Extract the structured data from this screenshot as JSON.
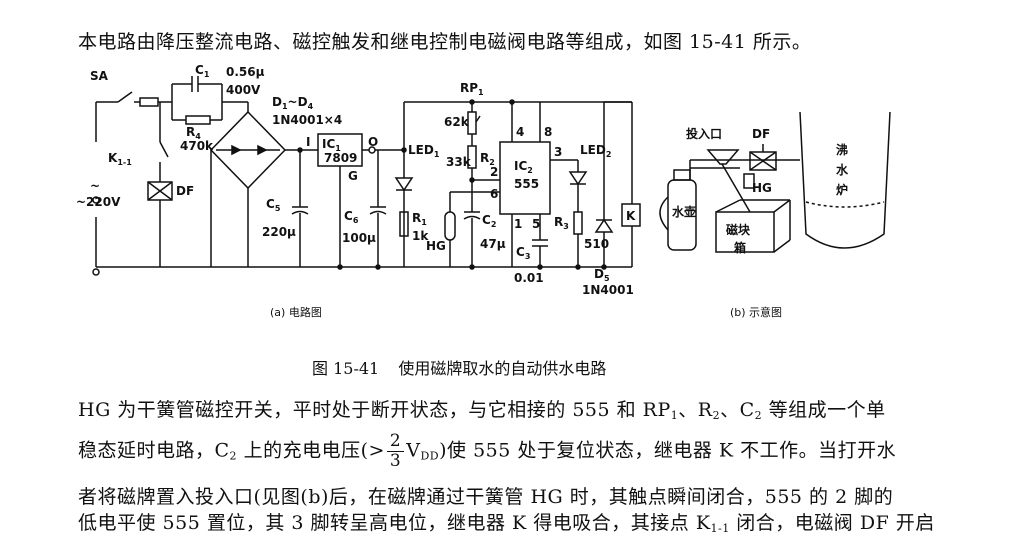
{
  "intro": "本电路由降压整流电路、磁控触发和继电控制电磁阀电路等组成，如图 15-41 所示。",
  "figure": {
    "sub_a": "(a) 电路图",
    "sub_b": "(b) 示意图",
    "circuit_labels": {
      "sa": "SA",
      "c1": "C",
      "c1_sub": "1",
      "c1_val": "0.56μ",
      "c1_volt": "400V",
      "d_range": "D",
      "d_range_sub1": "1",
      "d_range_tilde": "~D",
      "d_range_sub2": "4",
      "d_part": "1N4001×4",
      "r4": "R",
      "r4_sub": "4",
      "r4_val": "470k",
      "k11": "K",
      "k11_sub": "1-1",
      "tilde": "~",
      "mains": "~220V",
      "df": "DF",
      "ic1": "IC",
      "ic1_sub": "1",
      "ic1_part": "7809",
      "pin_i": "I",
      "pin_o": "O",
      "pin_g": "G",
      "c5": "C",
      "c5_sub": "5",
      "c5_val": "220μ",
      "c6": "C",
      "c6_sub": "6",
      "c6_val": "100μ",
      "led1": "LED",
      "led1_sub": "1",
      "r1": "R",
      "r1_sub": "1",
      "r1_val": "1k",
      "hg": "HG",
      "rp1": "RP",
      "rp1_sub": "1",
      "rp1_val": "62k",
      "r2": "R",
      "r2_sub": "2",
      "r2_val": "33k",
      "c2": "C",
      "c2_sub": "2",
      "c2_val": "47μ",
      "ic2": "IC",
      "ic2_sub": "2",
      "ic2_part": "555",
      "pin4": "4",
      "pin8": "8",
      "pin3": "3",
      "pin2": "2",
      "pin6": "6",
      "pin1": "1",
      "pin5": "5",
      "c3": "C",
      "c3_sub": "3",
      "c3_val": "0.01",
      "r3": "R",
      "r3_sub": "3",
      "r3_val": "510",
      "led2": "LED",
      "led2_sub": "2",
      "relay": "K",
      "d5": "D",
      "d5_sub": "5",
      "d5_part": "1N4001"
    },
    "schematic_labels": {
      "inlet": "投入口",
      "df": "DF",
      "hg": "HG",
      "kettle": "水壶",
      "magnet_1": "磁块",
      "magnet_2": "箱",
      "boiler_1": "沸",
      "boiler_2": "水",
      "boiler_3": "炉"
    }
  },
  "caption": {
    "number": "图 15-41",
    "title": "使用磁牌取水的自动供水电路"
  },
  "body": {
    "l1_a": "HG 为干簧管磁控开关，平时处于断开状态，与它相接的 555 和 RP",
    "l1_s1": "1",
    "l1_b": "、R",
    "l1_s2": "2",
    "l1_c": "、C",
    "l1_s3": "2",
    "l1_d": " 等组成一个单",
    "l2_a": "稳态延时电路，C",
    "l2_s1": "2",
    "l2_b": " 上的充电电压(>",
    "l2_num": "2",
    "l2_den": "3",
    "l2_c": "V",
    "l2_s2": "DD",
    "l2_d": ")使 555 处于复位状态，继电器 K 不工作。当打开水",
    "l3": "者将磁牌置入投入口(见图(b)后，在磁牌通过干簧管 HG 时，其触点瞬间闭合，555 的 2 脚的",
    "l4_a": "低电平使 555 置位，其 3 脚转呈高电位，继电器 K 得电吸合，其接点 K",
    "l4_s1": "1-1",
    "l4_b": " 闭合，电磁阀 DF 开启"
  }
}
